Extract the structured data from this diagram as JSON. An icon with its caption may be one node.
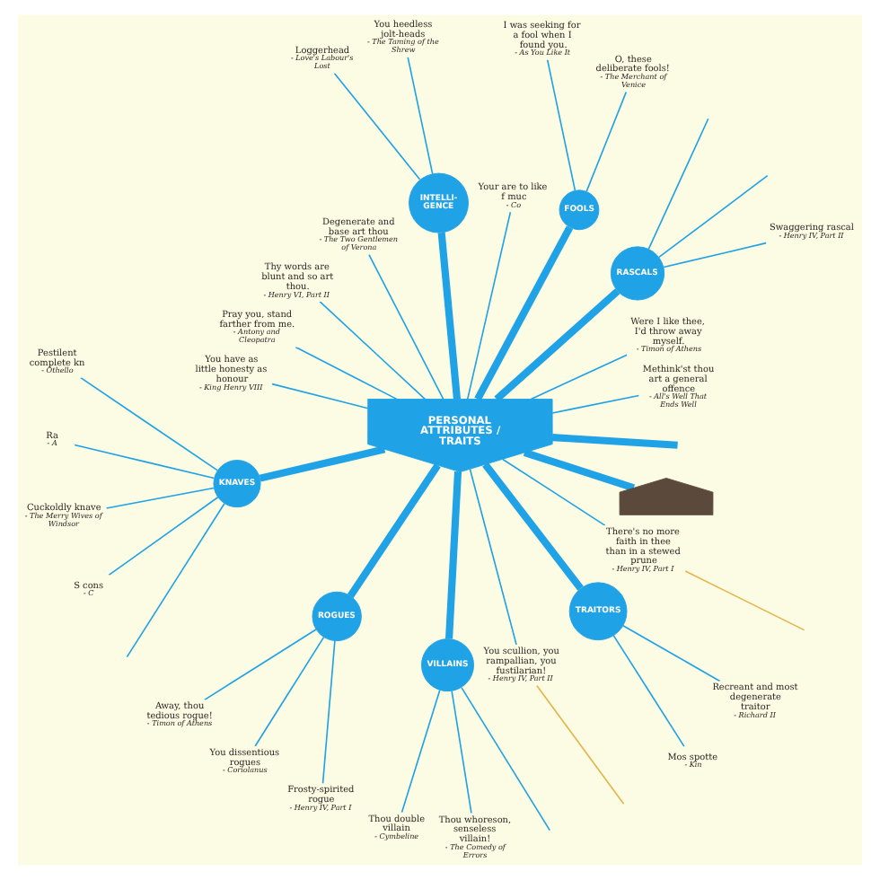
{
  "diagram": {
    "nodes": [
      {
        "text": [
          "PERSONAL ATTRIBUTES / TRAITS"
        ]
      },
      {
        "text": [
          "O, these deliberate fools!",
          "- The Merchant of Venice"
        ]
      },
      {
        "text": [
          "Methink'st thou art a general offence",
          "- All's Well That Ends Well"
        ]
      },
      {
        "text": [
          "You heedless jolt-heads",
          "- The Taming of the Shrew"
        ]
      },
      {
        "text": [
          "Were I like thee, I'd throw away myself.",
          "- Timon of Athens"
        ]
      },
      {
        "text": [
          "RASCALS"
        ]
      },
      {
        "text": [
          "FOOLS"
        ]
      },
      {
        "text": [
          "Your are to like f muc",
          "- Co"
        ]
      },
      {
        "text": [
          "I was seeking for a fool when I found you.",
          "- As You Like It"
        ]
      },
      {
        "text": [
          "INTELLI- GENCE"
        ]
      },
      {
        "text": [
          "Loggerhead",
          "- Love's Labour's Lost"
        ]
      },
      {
        "text": [
          "Swaggering rascal",
          "- Henry IV, Part II"
        ]
      },
      {
        "text": [
          "Degenerate and base art thou",
          "- The Two Gentlemen of Verona"
        ]
      },
      {
        "text": [
          "Thy words are blunt and so art thou.",
          "- Henry VI, Part II"
        ]
      },
      {
        "text": [
          "Pestilent complete kn",
          "- Othello"
        ]
      },
      {
        "text": [
          "Pray you, stand farther from me.",
          "- Antony and Cleopatra"
        ]
      },
      {
        "text": [
          "You have as little honesty as honour",
          "- King Henry VIII"
        ]
      },
      {
        "text": [
          "KNAVES"
        ]
      },
      {
        "text": [
          "Thou double villain",
          "- Cymbeline"
        ]
      },
      {
        "text": [
          "Ra",
          "- A"
        ]
      },
      {
        "text": [
          "ROGUES"
        ]
      },
      {
        "text": [
          "VILLAINS"
        ]
      },
      {
        "text": [
          "Cuckoldly knave",
          "- The Merry Wives of Windsor"
        ]
      },
      {
        "text": [
          "S cons",
          "- C"
        ]
      },
      {
        "text": [
          "You scullion, you rampallian, you fustilarian!",
          "- Henry IV, Part II"
        ]
      },
      {
        "text": [
          "Away, thou tedious rogue!",
          "- Timon of Athens"
        ]
      },
      {
        "text": [
          "You dissentious rogues",
          "- Coriolanus"
        ]
      },
      {
        "text": [
          "Thou whoreson, senseless villain!",
          "- The Comedy of Errors"
        ]
      },
      {
        "text": [
          "TRAITORS"
        ]
      },
      {
        "text": [
          "Mos spotte",
          "- Kin"
        ]
      },
      {
        "text": [
          "There's no more faith in thee than in a stewed prune",
          "- Henry IV, Part I"
        ]
      },
      {
        "text": [
          "Frosty-spirited rogue",
          "- Henry IV, Part I"
        ]
      },
      {
        "text": [
          "Recreant and most degenerate traitor",
          "- Richard II"
        ]
      },
      {
        "text": [],
        "shape": "shield"
      }
    ],
    "edges": [
      {
        "from": 0,
        "to": 6,
        "arrow": "none",
        "style": "thick"
      },
      {
        "from": 0,
        "to": 2,
        "arrow": "none"
      },
      {
        "from": 0,
        "to": 4,
        "arrow": "none"
      },
      {
        "from": 0,
        "to": 5,
        "arrow": "none",
        "style": "thick"
      },
      {
        "from": 0,
        "to": 7,
        "arrow": "none"
      },
      {
        "from": 0,
        "to": 9,
        "arrow": "none",
        "style": "thick"
      },
      {
        "from": 0,
        "to": 13,
        "arrow": "none"
      },
      {
        "from": 0,
        "to": 17,
        "arrow": "none",
        "style": "thick"
      },
      {
        "from": 0,
        "to": 16,
        "arrow": "none"
      },
      {
        "from": 0,
        "to": 33,
        "arrow": "none",
        "style": "thick"
      },
      {
        "from": 0,
        "to": 21,
        "arrow": "none",
        "style": "thick"
      },
      {
        "from": 0,
        "to": 20,
        "arrow": "none",
        "style": "thick"
      },
      {
        "from": 0,
        "to": 30,
        "arrow": "none"
      },
      {
        "from": 0,
        "to": 28,
        "arrow": "none",
        "style": "thick"
      },
      {
        "from": 0,
        "to": null,
        "arrow": "none",
        "style": "thick"
      },
      {
        "from": 0,
        "to": 24,
        "arrow": "none"
      },
      {
        "from": 0,
        "to": 15,
        "arrow": "none"
      },
      {
        "from": 0,
        "to": 12,
        "arrow": "none"
      },
      {
        "from": 6,
        "to": 1,
        "arrow": "none"
      },
      {
        "from": 6,
        "to": 8,
        "arrow": "none"
      },
      {
        "from": 9,
        "to": 3,
        "arrow": "none"
      },
      {
        "from": 9,
        "to": 10,
        "arrow": "none"
      },
      {
        "from": 5,
        "to": 11,
        "arrow": "none"
      },
      {
        "from": 5,
        "to": null,
        "arrow": "none"
      },
      {
        "from": 5,
        "to": null,
        "arrow": "none"
      },
      {
        "from": 17,
        "to": 14,
        "arrow": "none"
      },
      {
        "from": 17,
        "to": 22,
        "arrow": "none"
      },
      {
        "from": 17,
        "to": 19,
        "arrow": "none"
      },
      {
        "from": 17,
        "to": 23,
        "arrow": "none"
      },
      {
        "from": 17,
        "to": null,
        "arrow": "none"
      },
      {
        "from": 21,
        "to": 18,
        "arrow": "none"
      },
      {
        "from": 21,
        "to": 27,
        "arrow": "none"
      },
      {
        "from": 21,
        "to": null,
        "arrow": "none"
      },
      {
        "from": 20,
        "to": 25,
        "arrow": "none"
      },
      {
        "from": 20,
        "to": 26,
        "arrow": "none"
      },
      {
        "from": 20,
        "to": 31,
        "arrow": "none"
      },
      {
        "from": 28,
        "to": 32,
        "arrow": "none"
      },
      {
        "from": 28,
        "to": 29,
        "arrow": "none"
      },
      {
        "from": 24,
        "to": null,
        "arrow": "none",
        "color": "#e3b54a"
      },
      {
        "from": 30,
        "to": null,
        "arrow": "none",
        "color": "#e3b54a"
      }
    ]
  }
}
